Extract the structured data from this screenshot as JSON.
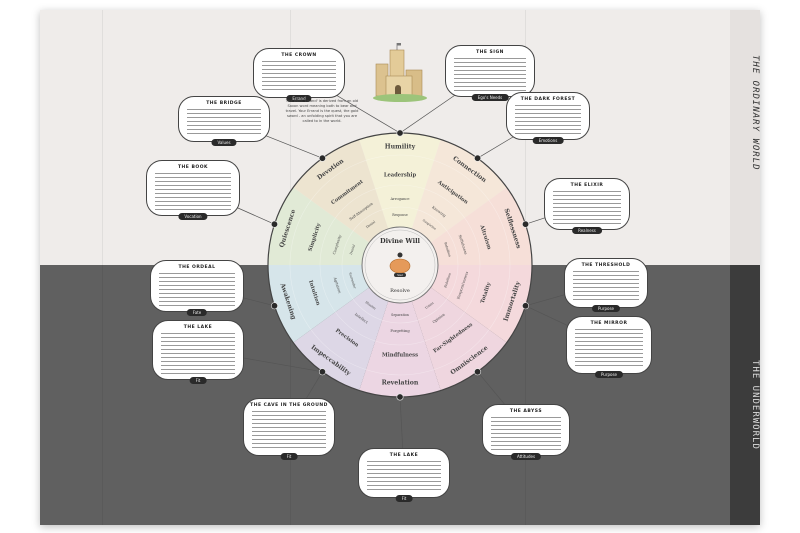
{
  "sections": {
    "top": "THE ORDINARY WORLD",
    "bottom": "THE UNDERWORLD"
  },
  "center": {
    "title": "Divine Will",
    "subtitle": "Resolve",
    "badge": "Soul"
  },
  "wheel": [
    {
      "rings": [
        "Humility",
        "Leadership",
        "Arrogance",
        "Response"
      ],
      "color": "#f4f1d8"
    },
    {
      "rings": [
        "Connection",
        "Anticipation",
        "Knowing",
        "Suspicion"
      ],
      "color": "#f5e7d9"
    },
    {
      "rings": [
        "Selflessness",
        "Altruism",
        "Selfishness",
        "Rebellion"
      ],
      "color": "#f6dfd8"
    },
    {
      "rings": [
        "Immortality",
        "Totality",
        "Responsiveness",
        "Rebellion"
      ],
      "color": "#f4d9dc"
    },
    {
      "rings": [
        "Omniscience",
        "Far-Sightedness",
        "Opinion",
        "Union"
      ],
      "color": "#efd6df"
    },
    {
      "rings": [
        "Revelation",
        "Mindfulness",
        "Forgetting",
        "Separation"
      ],
      "color": "#ecd6e3"
    },
    {
      "rings": [
        "Impeccability",
        "Precision",
        "Intellect",
        "Illusion"
      ],
      "color": "#ddd7e6"
    },
    {
      "rings": [
        "Awakening",
        "Intuition",
        "Agitation",
        "Surrender"
      ],
      "color": "#d6e5ea"
    },
    {
      "rings": [
        "Quiescence",
        "Simplicity",
        "Complexity",
        "Denial"
      ],
      "color": "#e1ead6"
    },
    {
      "rings": [
        "Devotion",
        "Commitment",
        "Self-Absorption",
        "Denial"
      ],
      "color": "#ede4d0"
    }
  ],
  "note": "The word 'Errand' is derived from an old Saxon word meaning both to bear and travel. Your Errand is the quest, the gold sword - an unfolding spirit that you are called to in the world.",
  "callouts": [
    {
      "title": "The Crown",
      "tag": "Errand"
    },
    {
      "title": "The Sign",
      "tag": "Ego's Needs"
    },
    {
      "title": "The Bridge",
      "tag": "Values"
    },
    {
      "title": "The Book",
      "tag": "Vocation"
    },
    {
      "title": "The Dark Forest",
      "tag": "Emotions"
    },
    {
      "title": "The Elixir",
      "tag": "Realness"
    },
    {
      "title": "The Threshold",
      "tag": "Purpose"
    },
    {
      "title": "The Mirror",
      "tag": "Purpose"
    },
    {
      "title": "The Ordeal",
      "tag": "Fate"
    },
    {
      "title": "The Lake",
      "tag": "Fit"
    },
    {
      "title": "The Cave in the Ground",
      "tag": "Fit"
    },
    {
      "title": "The Lake",
      "tag": "Fit"
    },
    {
      "title": "The Abyss",
      "tag": "Attitudes"
    }
  ]
}
